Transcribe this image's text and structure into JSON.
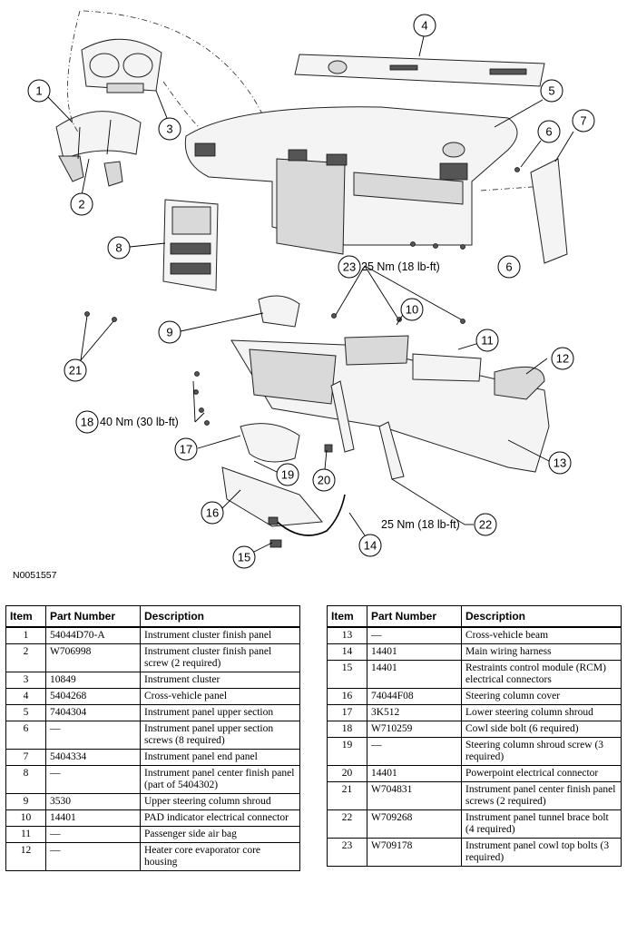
{
  "figure_id": "N0051557",
  "callouts": [
    "1",
    "2",
    "3",
    "4",
    "5",
    "6",
    "6",
    "7",
    "8",
    "9",
    "10",
    "11",
    "12",
    "13",
    "14",
    "15",
    "16",
    "17",
    "18",
    "19",
    "20",
    "21",
    "22",
    "23"
  ],
  "torque_specs": {
    "spec_23": "25 Nm (18 lb-ft)",
    "spec_18": "40 Nm (30 lb-ft)",
    "spec_22": "25 Nm (18 lb-ft)"
  },
  "table": {
    "headers": [
      "Item",
      "Part Number",
      "Description"
    ],
    "left_rows": [
      {
        "item": "1",
        "part": "54044D70-A",
        "desc": "Instrument cluster finish panel"
      },
      {
        "item": "2",
        "part": "W706998",
        "desc": "Instrument cluster finish panel screw (2 required)"
      },
      {
        "item": "3",
        "part": "10849",
        "desc": "Instrument cluster"
      },
      {
        "item": "4",
        "part": "5404268",
        "desc": "Cross-vehicle panel"
      },
      {
        "item": "5",
        "part": "7404304",
        "desc": "Instrument panel upper section"
      },
      {
        "item": "6",
        "part": "—",
        "desc": "Instrument panel upper section screws (8 required)"
      },
      {
        "item": "7",
        "part": "5404334",
        "desc": "Instrument panel end panel"
      },
      {
        "item": "8",
        "part": "—",
        "desc": "Instrument panel center finish panel (part of 5404302)"
      },
      {
        "item": "9",
        "part": "3530",
        "desc": "Upper steering column shroud"
      },
      {
        "item": "10",
        "part": "14401",
        "desc": "PAD indicator electrical connector"
      },
      {
        "item": "11",
        "part": "—",
        "desc": "Passenger side air bag"
      },
      {
        "item": "12",
        "part": "—",
        "desc": "Heater core evaporator core housing"
      }
    ],
    "right_rows": [
      {
        "item": "13",
        "part": "—",
        "desc": "Cross-vehicle beam"
      },
      {
        "item": "14",
        "part": "14401",
        "desc": "Main wiring harness"
      },
      {
        "item": "15",
        "part": "14401",
        "desc": "Restraints control module (RCM) electrical connectors"
      },
      {
        "item": "16",
        "part": "74044F08",
        "desc": "Steering column cover"
      },
      {
        "item": "17",
        "part": "3K512",
        "desc": "Lower steering column shroud"
      },
      {
        "item": "18",
        "part": "W710259",
        "desc": "Cowl side bolt (6 required)"
      },
      {
        "item": "19",
        "part": "—",
        "desc": "Steering column shroud screw (3 required)"
      },
      {
        "item": "20",
        "part": "14401",
        "desc": "Powerpoint electrical connector"
      },
      {
        "item": "21",
        "part": "W704831",
        "desc": "Instrument panel center finish panel screws (2 required)"
      },
      {
        "item": "22",
        "part": "W709268",
        "desc": "Instrument panel tunnel brace bolt (4 required)"
      },
      {
        "item": "23",
        "part": "W709178",
        "desc": "Instrument panel cowl top bolts (3 required)"
      }
    ]
  }
}
